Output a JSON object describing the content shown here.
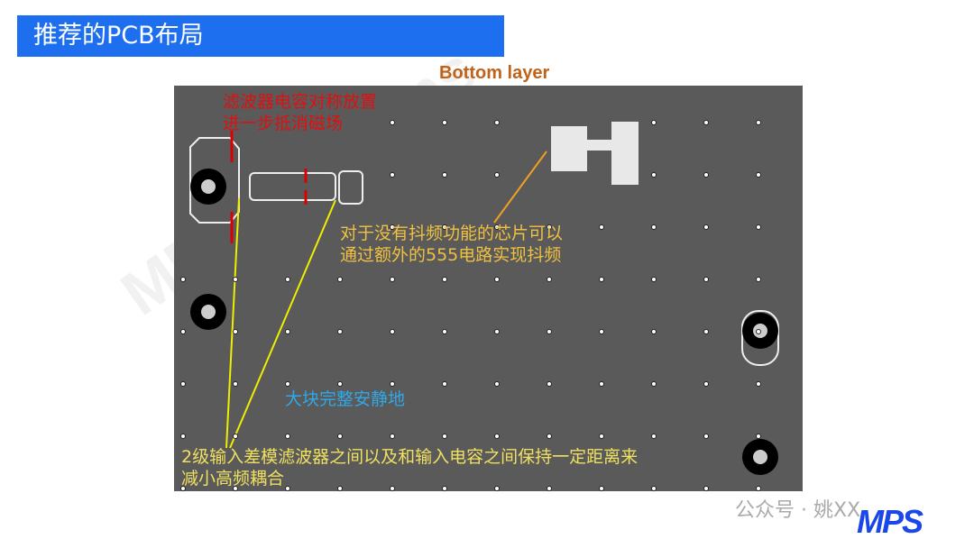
{
  "title": "推荐的PCB布局",
  "layer_label": "Bottom layer",
  "watermark": "MPS Systems",
  "annotations": {
    "red_line1": "滤波器电容对称放置",
    "red_line2": "进一步抵消磁场",
    "yellow_line1": "对于没有抖频功能的芯片可以",
    "yellow_line2": "通过额外的555电路实现抖频",
    "blue": "大块完整安静地",
    "bottom_line1": "2级输入差模滤波器之间以及和输入电容之间保持一定距离来",
    "bottom_line2": "减小高频耦合"
  },
  "footer": {
    "source": "公众号 · 姚XX",
    "logo": "MPS"
  }
}
